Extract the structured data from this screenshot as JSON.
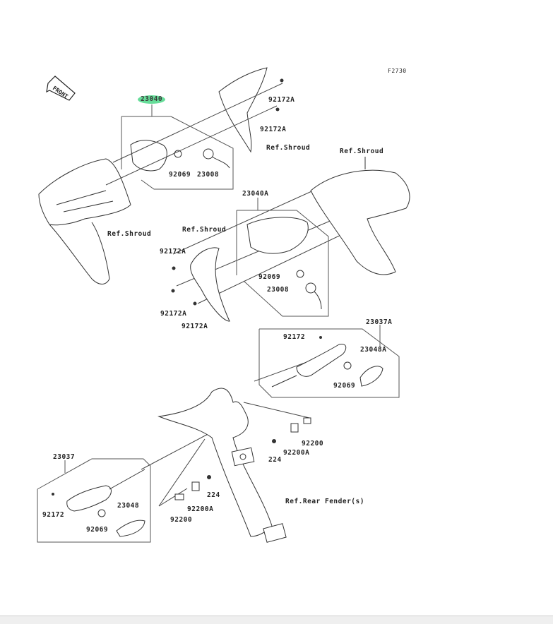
{
  "figure_id": "F2730",
  "front_indicator": "FRONT",
  "highlighted_part": "23040",
  "labels": {
    "p23040": "23040",
    "p92172A_1": "92172A",
    "p92172A_2": "92172A",
    "ref_shroud_1": "Ref.Shroud",
    "ref_shroud_2": "Ref.Shroud",
    "p92069_1": "92069",
    "p23008_1": "23008",
    "ref_shroud_3": "Ref.Shroud",
    "p23040A": "23040A",
    "ref_shroud_4": "Ref.Shroud",
    "p92172A_3": "92172A",
    "p92069_2": "92069",
    "p23008_2": "23008",
    "p92172A_4": "92172A",
    "p92172A_5": "92172A",
    "p23037A": "23037A",
    "p92172_1": "92172",
    "p23048A": "23048A",
    "p92069_3": "92069",
    "p92200_1": "92200",
    "p224_1": "224",
    "p92200A_1": "92200A",
    "p23037": "23037",
    "p224_2": "224",
    "p92172_2": "92172",
    "p23048": "23048",
    "p92069_4": "92069",
    "p92200A_2": "92200A",
    "p92200_2": "92200",
    "ref_rear_fender": "Ref.Rear Fender(s)"
  }
}
